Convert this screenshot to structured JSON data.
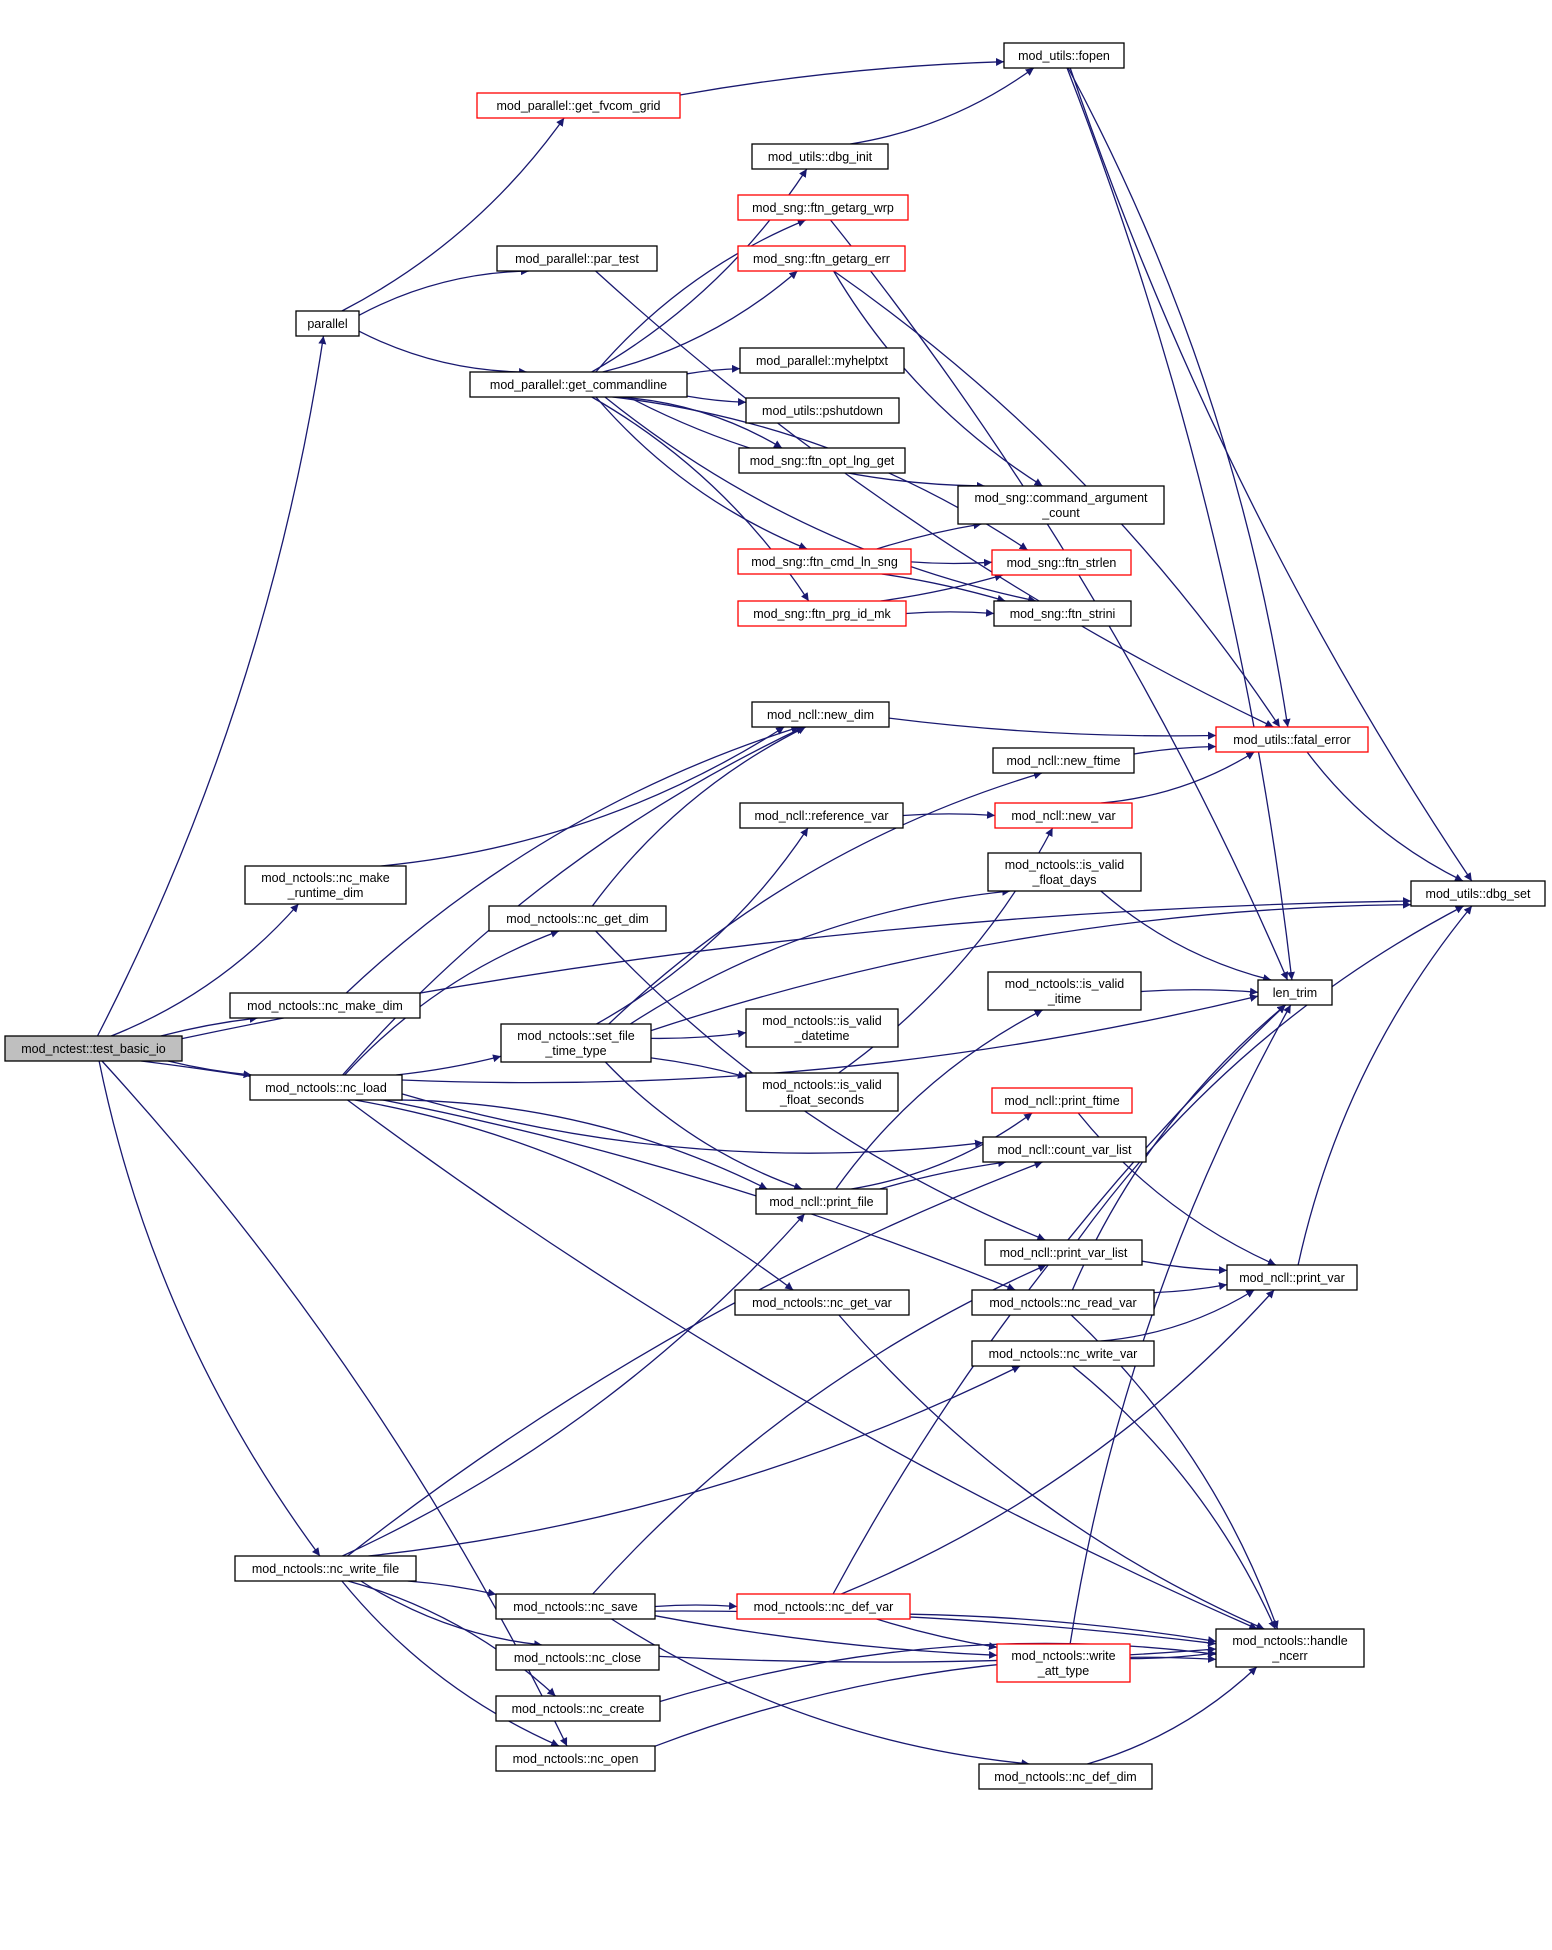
{
  "colors": {
    "edge": "#191970",
    "node_border": "#000000",
    "node_fill": "#ffffff",
    "root_fill": "#bfbfbf",
    "truncated_border": "#ff0000"
  },
  "nodes": [
    {
      "id": "root",
      "lines": [
        "mod_nctest::test_basic_io"
      ],
      "style": "root"
    },
    {
      "id": "parallel",
      "lines": [
        "parallel"
      ],
      "style": "normal"
    },
    {
      "id": "par_test",
      "lines": [
        "mod_parallel::par_test"
      ],
      "style": "normal"
    },
    {
      "id": "get_fvcom_grid",
      "lines": [
        "mod_parallel::get_fvcom_grid"
      ],
      "style": "truncated"
    },
    {
      "id": "fopen",
      "lines": [
        "mod_utils::fopen"
      ],
      "style": "normal"
    },
    {
      "id": "dbg_init",
      "lines": [
        "mod_utils::dbg_init"
      ],
      "style": "normal"
    },
    {
      "id": "getarg_wrp",
      "lines": [
        "mod_sng::ftn_getarg_wrp"
      ],
      "style": "truncated"
    },
    {
      "id": "getarg_err",
      "lines": [
        "mod_sng::ftn_getarg_err"
      ],
      "style": "truncated"
    },
    {
      "id": "get_commandline",
      "lines": [
        "mod_parallel::get_commandline"
      ],
      "style": "normal"
    },
    {
      "id": "myhelptxt",
      "lines": [
        "mod_parallel::myhelptxt"
      ],
      "style": "normal"
    },
    {
      "id": "pshutdown",
      "lines": [
        "mod_utils::pshutdown"
      ],
      "style": "normal"
    },
    {
      "id": "opt_lng_get",
      "lines": [
        "mod_sng::ftn_opt_lng_get"
      ],
      "style": "normal"
    },
    {
      "id": "cmd_arg_count",
      "lines": [
        "mod_sng::command_argument",
        "_count"
      ],
      "style": "normal"
    },
    {
      "id": "cmd_ln_sng",
      "lines": [
        "mod_sng::ftn_cmd_ln_sng"
      ],
      "style": "truncated"
    },
    {
      "id": "strlen",
      "lines": [
        "mod_sng::ftn_strlen"
      ],
      "style": "truncated"
    },
    {
      "id": "prg_id_mk",
      "lines": [
        "mod_sng::ftn_prg_id_mk"
      ],
      "style": "truncated"
    },
    {
      "id": "strini",
      "lines": [
        "mod_sng::ftn_strini"
      ],
      "style": "normal"
    },
    {
      "id": "new_dim",
      "lines": [
        "mod_ncll::new_dim"
      ],
      "style": "normal"
    },
    {
      "id": "new_ftime",
      "lines": [
        "mod_ncll::new_ftime"
      ],
      "style": "normal"
    },
    {
      "id": "fatal_error",
      "lines": [
        "mod_utils::fatal_error"
      ],
      "style": "truncated"
    },
    {
      "id": "reference_var",
      "lines": [
        "mod_ncll::reference_var"
      ],
      "style": "normal"
    },
    {
      "id": "new_var",
      "lines": [
        "mod_ncll::new_var"
      ],
      "style": "truncated"
    },
    {
      "id": "make_runtime_dim",
      "lines": [
        "mod_nctools::nc_make",
        "_runtime_dim"
      ],
      "style": "normal"
    },
    {
      "id": "is_valid_float_days",
      "lines": [
        "mod_nctools::is_valid",
        "_float_days"
      ],
      "style": "normal"
    },
    {
      "id": "dbg_set",
      "lines": [
        "mod_utils::dbg_set"
      ],
      "style": "normal"
    },
    {
      "id": "nc_get_dim",
      "lines": [
        "mod_nctools::nc_get_dim"
      ],
      "style": "normal"
    },
    {
      "id": "nc_make_dim",
      "lines": [
        "mod_nctools::nc_make_dim"
      ],
      "style": "normal"
    },
    {
      "id": "is_valid_itime",
      "lines": [
        "mod_nctools::is_valid",
        "_itime"
      ],
      "style": "normal"
    },
    {
      "id": "len_trim",
      "lines": [
        "len_trim"
      ],
      "style": "normal"
    },
    {
      "id": "set_file_time_type",
      "lines": [
        "mod_nctools::set_file",
        "_time_type"
      ],
      "style": "normal"
    },
    {
      "id": "is_valid_datetime",
      "lines": [
        "mod_nctools::is_valid",
        "_datetime"
      ],
      "style": "normal"
    },
    {
      "id": "nc_load",
      "lines": [
        "mod_nctools::nc_load"
      ],
      "style": "normal"
    },
    {
      "id": "is_valid_float_seconds",
      "lines": [
        "mod_nctools::is_valid",
        "_float_seconds"
      ],
      "style": "normal"
    },
    {
      "id": "print_ftime",
      "lines": [
        "mod_ncll::print_ftime"
      ],
      "style": "truncated"
    },
    {
      "id": "count_var_list",
      "lines": [
        "mod_ncll::count_var_list"
      ],
      "style": "normal"
    },
    {
      "id": "print_file",
      "lines": [
        "mod_ncll::print_file"
      ],
      "style": "normal"
    },
    {
      "id": "print_var_list",
      "lines": [
        "mod_ncll::print_var_list"
      ],
      "style": "normal"
    },
    {
      "id": "print_var",
      "lines": [
        "mod_ncll::print_var"
      ],
      "style": "normal"
    },
    {
      "id": "nc_get_var",
      "lines": [
        "mod_nctools::nc_get_var"
      ],
      "style": "normal"
    },
    {
      "id": "nc_read_var",
      "lines": [
        "mod_nctools::nc_read_var"
      ],
      "style": "normal"
    },
    {
      "id": "nc_write_var",
      "lines": [
        "mod_nctools::nc_write_var"
      ],
      "style": "normal"
    },
    {
      "id": "nc_write_file",
      "lines": [
        "mod_nctools::nc_write_file"
      ],
      "style": "normal"
    },
    {
      "id": "nc_save",
      "lines": [
        "mod_nctools::nc_save"
      ],
      "style": "normal"
    },
    {
      "id": "nc_def_var",
      "lines": [
        "mod_nctools::nc_def_var"
      ],
      "style": "truncated"
    },
    {
      "id": "handle_ncerr",
      "lines": [
        "mod_nctools::handle",
        "_ncerr"
      ],
      "style": "normal"
    },
    {
      "id": "write_att_type",
      "lines": [
        "mod_nctools::write",
        "_att_type"
      ],
      "style": "truncated"
    },
    {
      "id": "nc_close",
      "lines": [
        "mod_nctools::nc_close"
      ],
      "style": "normal"
    },
    {
      "id": "nc_create",
      "lines": [
        "mod_nctools::nc_create"
      ],
      "style": "normal"
    },
    {
      "id": "nc_def_dim",
      "lines": [
        "mod_nctools::nc_def_dim"
      ],
      "style": "normal"
    },
    {
      "id": "nc_open",
      "lines": [
        "mod_nctools::nc_open"
      ],
      "style": "normal"
    }
  ],
  "edges": [
    [
      "root",
      "parallel"
    ],
    [
      "root",
      "dbg_set"
    ],
    [
      "root",
      "make_runtime_dim"
    ],
    [
      "root",
      "nc_make_dim"
    ],
    [
      "root",
      "nc_load"
    ],
    [
      "root",
      "nc_read_var"
    ],
    [
      "root",
      "nc_write_file"
    ],
    [
      "root",
      "nc_open"
    ],
    [
      "parallel",
      "get_fvcom_grid"
    ],
    [
      "parallel",
      "par_test"
    ],
    [
      "parallel",
      "get_commandline"
    ],
    [
      "get_fvcom_grid",
      "fopen"
    ],
    [
      "par_test",
      "fatal_error"
    ],
    [
      "fopen",
      "fatal_error"
    ],
    [
      "fopen",
      "dbg_set"
    ],
    [
      "fopen",
      "len_trim"
    ],
    [
      "dbg_init",
      "fopen"
    ],
    [
      "getarg_wrp",
      "len_trim"
    ],
    [
      "getarg_err",
      "cmd_arg_count"
    ],
    [
      "getarg_err",
      "fatal_error"
    ],
    [
      "get_commandline",
      "dbg_init"
    ],
    [
      "get_commandline",
      "getarg_wrp"
    ],
    [
      "get_commandline",
      "getarg_err"
    ],
    [
      "get_commandline",
      "myhelptxt"
    ],
    [
      "get_commandline",
      "pshutdown"
    ],
    [
      "get_commandline",
      "opt_lng_get"
    ],
    [
      "get_commandline",
      "cmd_arg_count"
    ],
    [
      "get_commandline",
      "strlen"
    ],
    [
      "get_commandline",
      "cmd_ln_sng"
    ],
    [
      "get_commandline",
      "prg_id_mk"
    ],
    [
      "get_commandline",
      "strini"
    ],
    [
      "cmd_ln_sng",
      "cmd_arg_count"
    ],
    [
      "cmd_ln_sng",
      "strlen"
    ],
    [
      "cmd_ln_sng",
      "strini"
    ],
    [
      "prg_id_mk",
      "strlen"
    ],
    [
      "prg_id_mk",
      "strini"
    ],
    [
      "make_runtime_dim",
      "new_dim"
    ],
    [
      "nc_make_dim",
      "new_dim"
    ],
    [
      "new_dim",
      "fatal_error"
    ],
    [
      "new_ftime",
      "fatal_error"
    ],
    [
      "new_var",
      "fatal_error"
    ],
    [
      "reference_var",
      "new_var"
    ],
    [
      "fatal_error",
      "dbg_set"
    ],
    [
      "nc_load",
      "nc_get_dim"
    ],
    [
      "nc_load",
      "set_file_time_type"
    ],
    [
      "nc_load",
      "new_dim"
    ],
    [
      "nc_load",
      "len_trim"
    ],
    [
      "nc_load",
      "print_file"
    ],
    [
      "nc_load",
      "count_var_list"
    ],
    [
      "nc_load",
      "nc_get_var"
    ],
    [
      "nc_load",
      "handle_ncerr"
    ],
    [
      "nc_get_dim",
      "new_dim"
    ],
    [
      "nc_get_dim",
      "print_var_list"
    ],
    [
      "set_file_time_type",
      "new_ftime"
    ],
    [
      "set_file_time_type",
      "reference_var"
    ],
    [
      "set_file_time_type",
      "is_valid_float_days"
    ],
    [
      "set_file_time_type",
      "is_valid_datetime"
    ],
    [
      "set_file_time_type",
      "is_valid_float_seconds"
    ],
    [
      "set_file_time_type",
      "print_file"
    ],
    [
      "set_file_time_type",
      "dbg_set"
    ],
    [
      "is_valid_float_days",
      "len_trim"
    ],
    [
      "is_valid_itime",
      "len_trim"
    ],
    [
      "is_valid_float_seconds",
      "new_var"
    ],
    [
      "print_file",
      "is_valid_itime"
    ],
    [
      "print_file",
      "print_ftime"
    ],
    [
      "print_file",
      "count_var_list"
    ],
    [
      "print_ftime",
      "print_var"
    ],
    [
      "print_var_list",
      "dbg_set"
    ],
    [
      "print_var_list",
      "print_var"
    ],
    [
      "print_var",
      "dbg_set"
    ],
    [
      "nc_get_var",
      "handle_ncerr"
    ],
    [
      "nc_read_var",
      "len_trim"
    ],
    [
      "nc_read_var",
      "print_var"
    ],
    [
      "nc_read_var",
      "handle_ncerr"
    ],
    [
      "nc_write_var",
      "print_var"
    ],
    [
      "nc_write_var",
      "handle_ncerr"
    ],
    [
      "nc_write_file",
      "print_file"
    ],
    [
      "nc_write_file",
      "count_var_list"
    ],
    [
      "nc_write_file",
      "nc_write_var"
    ],
    [
      "nc_write_file",
      "nc_save"
    ],
    [
      "nc_write_file",
      "nc_close"
    ],
    [
      "nc_write_file",
      "nc_create"
    ],
    [
      "nc_write_file",
      "nc_open"
    ],
    [
      "nc_save",
      "nc_def_var"
    ],
    [
      "nc_save",
      "write_att_type"
    ],
    [
      "nc_save",
      "handle_ncerr"
    ],
    [
      "nc_save",
      "nc_def_dim"
    ],
    [
      "nc_save",
      "print_var_list"
    ],
    [
      "nc_def_var",
      "write_att_type"
    ],
    [
      "nc_def_var",
      "handle_ncerr"
    ],
    [
      "nc_def_var",
      "print_var"
    ],
    [
      "nc_def_var",
      "len_trim"
    ],
    [
      "write_att_type",
      "handle_ncerr"
    ],
    [
      "write_att_type",
      "len_trim"
    ],
    [
      "nc_close",
      "handle_ncerr"
    ],
    [
      "nc_create",
      "handle_ncerr"
    ],
    [
      "nc_def_dim",
      "handle_ncerr"
    ],
    [
      "nc_open",
      "handle_ncerr"
    ]
  ]
}
